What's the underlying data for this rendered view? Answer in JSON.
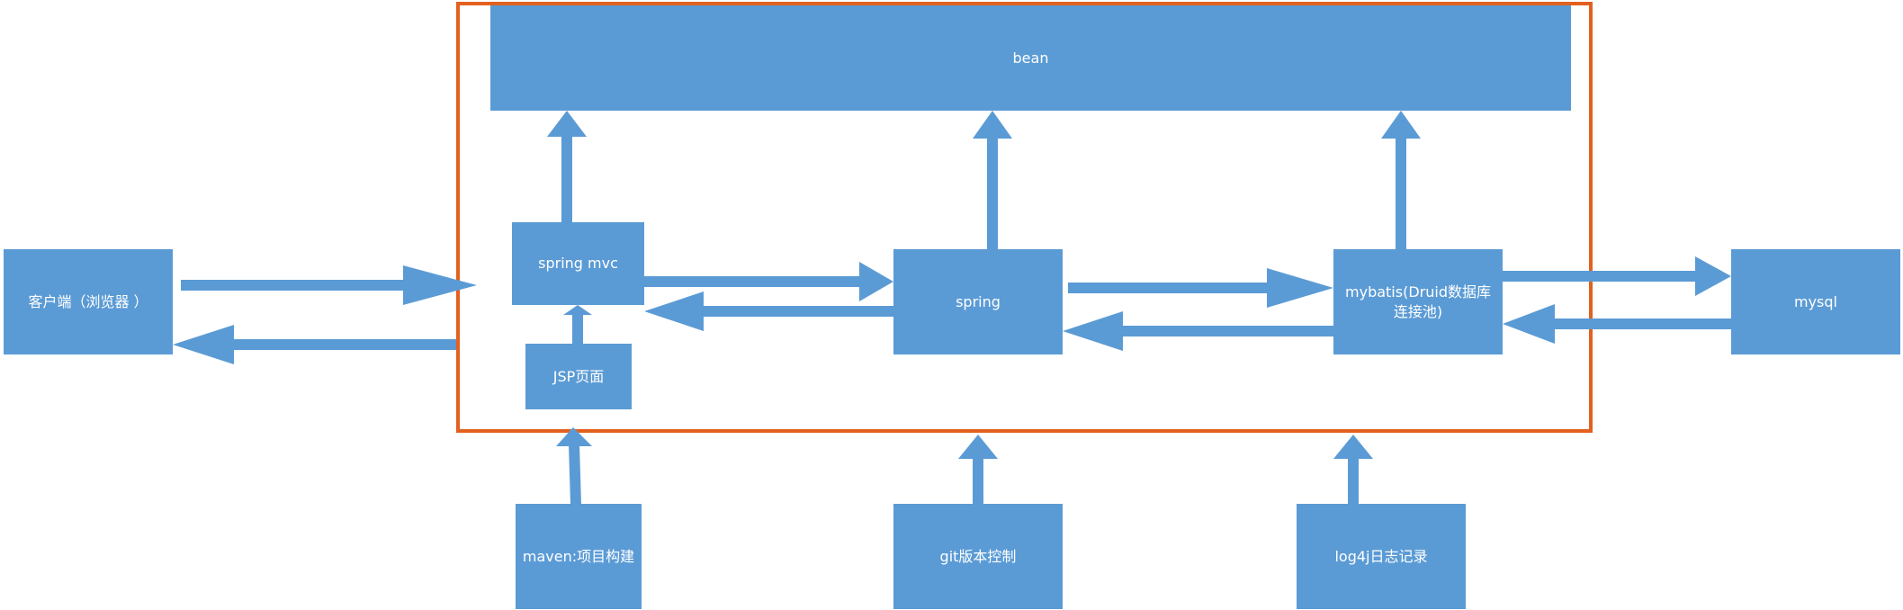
{
  "nodes": {
    "bean": "bean",
    "client": "客户端（浏览器 ）",
    "springmvc": "spring mvc",
    "jsp": "JSP页面",
    "spring": "spring",
    "mybatis": "mybatis(Druid数据库连接池)",
    "mysql": "mysql",
    "maven": "maven:项目构建",
    "git": "git版本控制",
    "log4j": "log4j日志记录"
  },
  "colors": {
    "box": "#5b9bd5",
    "frame": "#e2611f",
    "text": "#ffffff"
  }
}
